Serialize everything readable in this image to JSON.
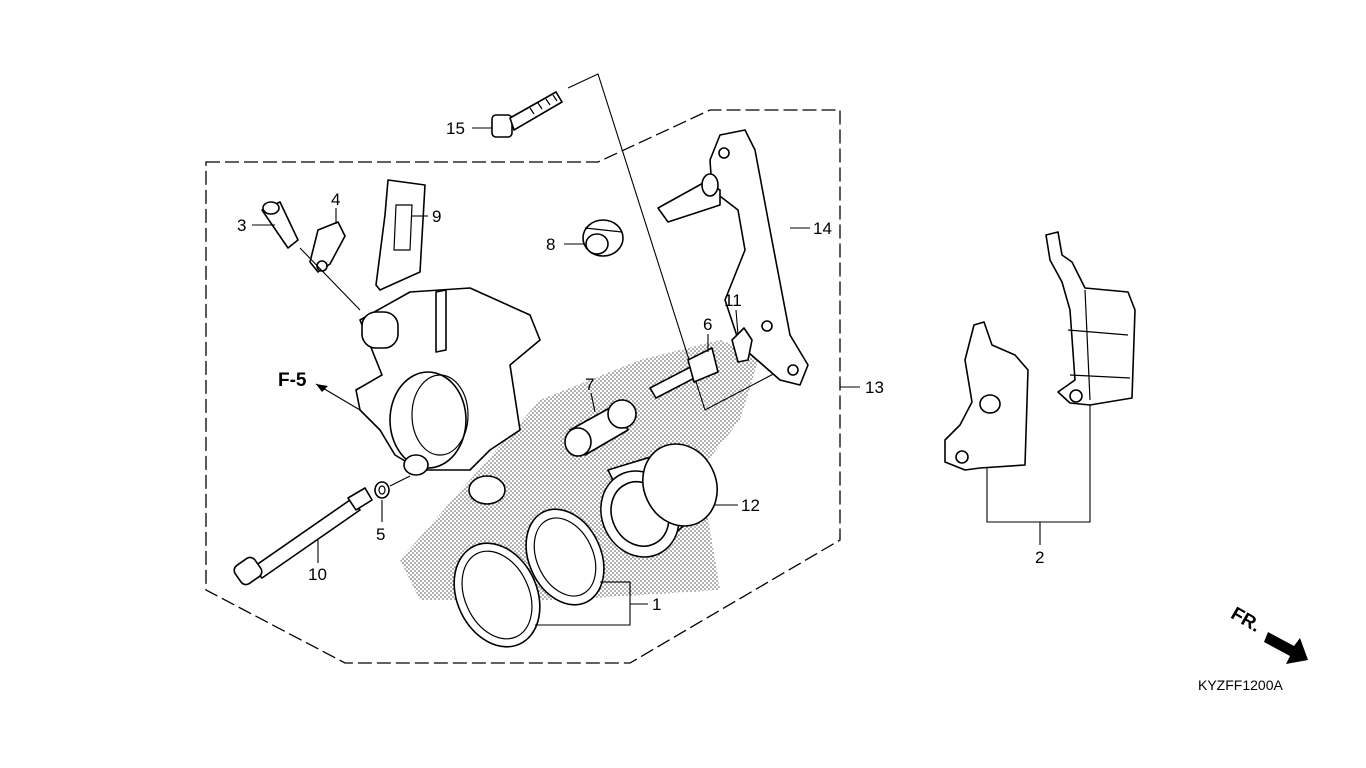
{
  "callouts": {
    "c1": "1",
    "c2": "2",
    "c3": "3",
    "c4": "4",
    "c5": "5",
    "c6": "6",
    "c7": "7",
    "c8": "8",
    "c9": "9",
    "c10": "10",
    "c11": "11",
    "c12": "12",
    "c13": "13",
    "c14": "14",
    "c15": "15"
  },
  "reference": "F-5",
  "direction": "FR.",
  "diagram_code": "KYZFF1200A"
}
